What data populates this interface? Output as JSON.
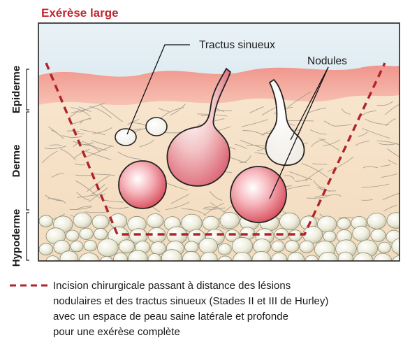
{
  "title": "Exérèse large",
  "callouts": {
    "tractus": "Tractus sinueux",
    "nodules": "Nodules"
  },
  "layers": {
    "epiderme": "Epiderme",
    "derme": "Derme",
    "hypoderme": "Hypoderme"
  },
  "legend": {
    "line1": "Incision chirurgicale passant à distance des lésions",
    "line2": "nodulaires et des tractus sinueux (Stades II et III  de Hurley)",
    "line3": "avec un espace de peau saine latérale et profonde",
    "line4": "pour une exérèse complète"
  },
  "colors": {
    "title": "#c0282d",
    "incision": "#b0232a",
    "sky": "#c9dfe9",
    "epidermis": "#f4a9a0",
    "dermis": "#f6e3c6",
    "fat": "#ecebd9",
    "nodule": "#e6707c"
  }
}
